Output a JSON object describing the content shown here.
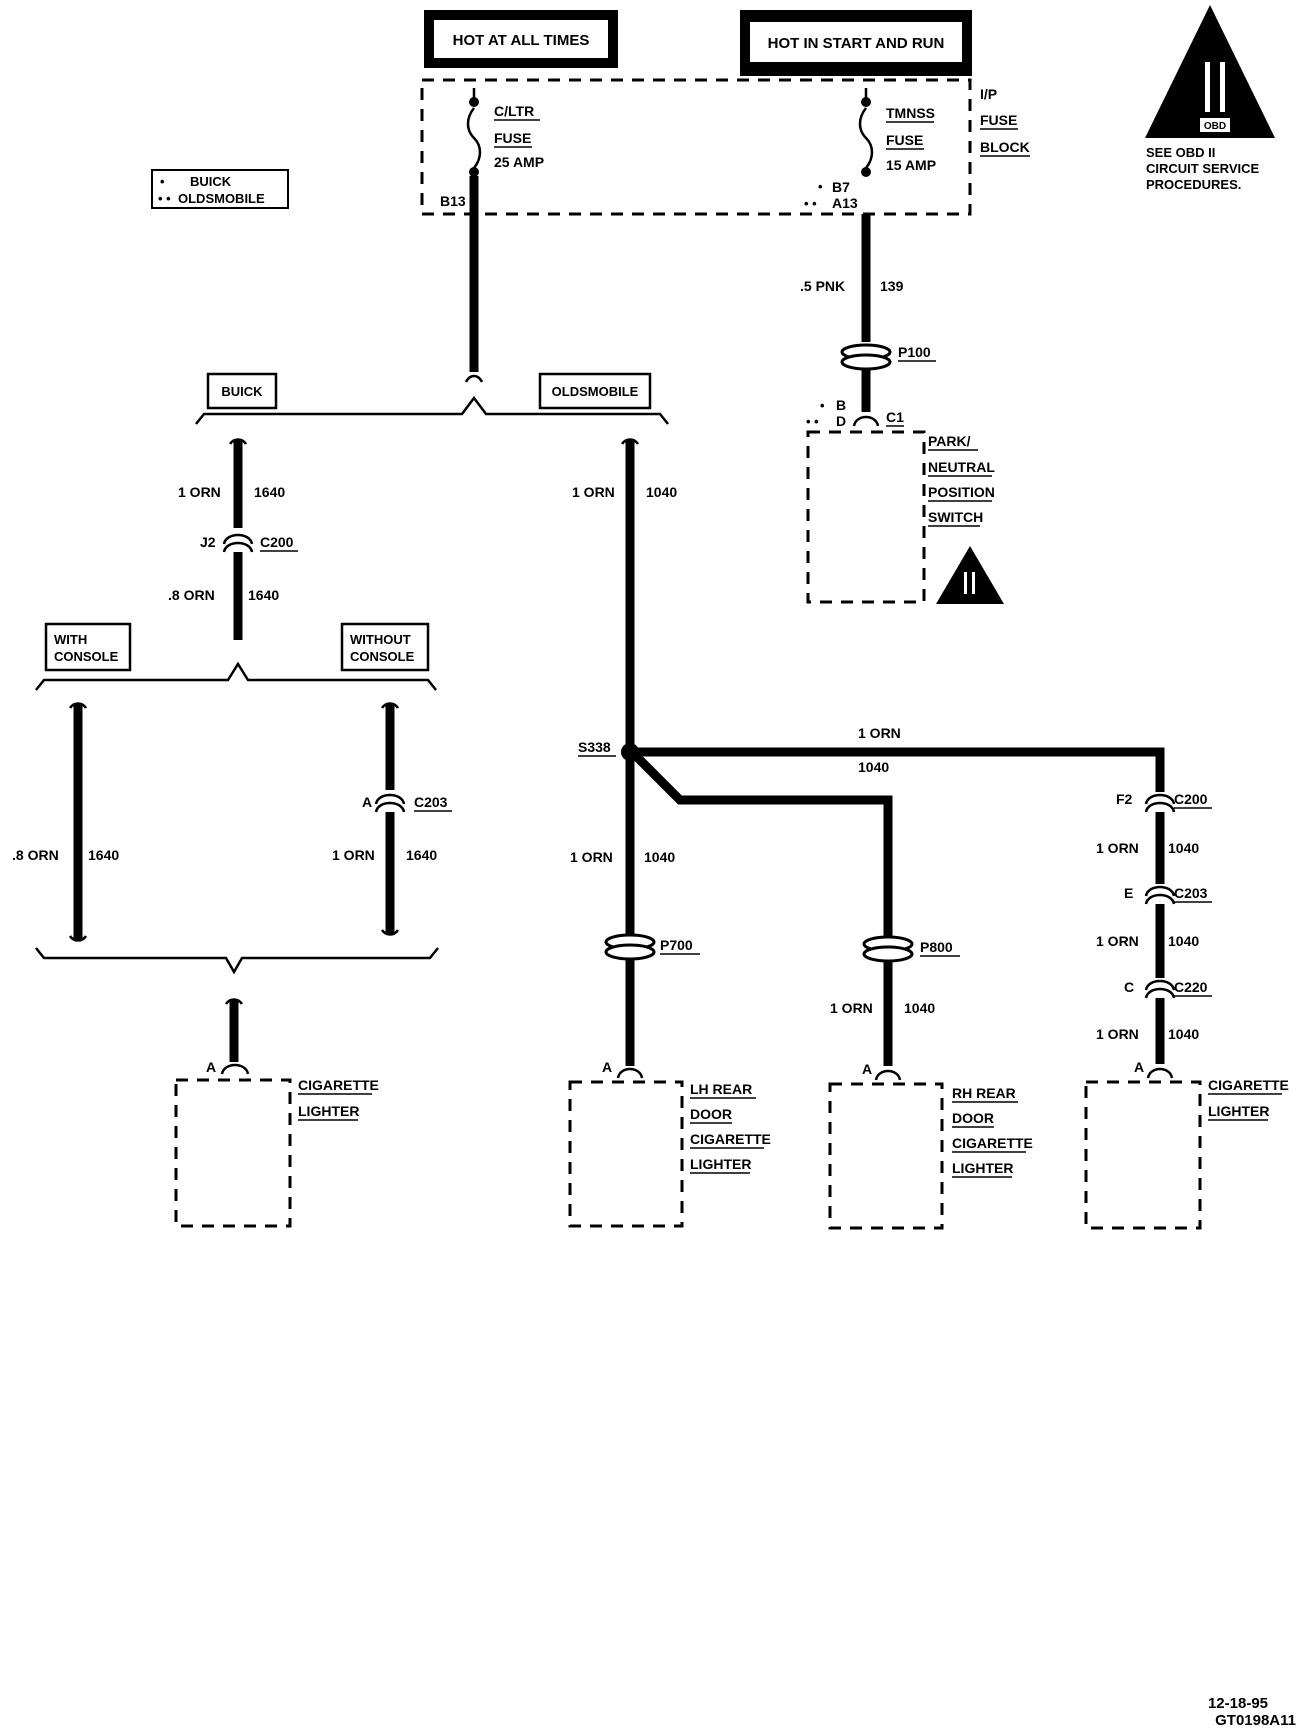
{
  "power": {
    "hot_at_all_times": "HOT AT ALL TIMES",
    "hot_in_start_and_run": "HOT IN START AND RUN"
  },
  "fuse_block": {
    "label": [
      "I/P",
      "FUSE",
      "BLOCK"
    ],
    "fuse1": {
      "name": [
        "C/LTR",
        "FUSE"
      ],
      "rating": "25 AMP",
      "terminal": "B13"
    },
    "fuse2": {
      "name": [
        "TMNSS",
        "FUSE"
      ],
      "rating": "15 AMP",
      "terminal_b": "B7",
      "terminal_o": "A13"
    }
  },
  "legend": {
    "buick": "BUICK",
    "oldsmobile": "OLDSMOBILE",
    "buick_mark": "•",
    "olds_mark": "• •"
  },
  "obd": {
    "numeral": "II",
    "badge": "OBD",
    "note": [
      "SEE OBD II",
      "CIRCUIT SERVICE",
      "PROCEDURES."
    ]
  },
  "wires": {
    "pnk": ".5 PNK",
    "pnk_circuit": "139",
    "orn1": "1 ORN",
    "orn8": ".8 ORN",
    "c1640": "1640",
    "c1040": "1040"
  },
  "connectors": {
    "p100": "P100",
    "c1": "C1",
    "c1_b": "B",
    "c1_d": "D",
    "c200": "C200",
    "j2": "J2",
    "c203": "C203",
    "a": "A",
    "s338": "S338",
    "p700": "P700",
    "p800": "P800",
    "f2": "F2",
    "e": "E",
    "c": "C",
    "c220": "C220"
  },
  "branches": {
    "buick": "BUICK",
    "oldsmobile": "OLDSMOBILE",
    "with_console": [
      "WITH",
      "CONSOLE"
    ],
    "without_console": [
      "WITHOUT",
      "CONSOLE"
    ]
  },
  "components": {
    "pnp_switch": [
      "PARK/",
      "NEUTRAL",
      "POSITION",
      "SWITCH"
    ],
    "cig_lighter": [
      "CIGARETTE",
      "LIGHTER"
    ],
    "lh_rear": [
      "LH REAR",
      "DOOR",
      "CIGARETTE",
      "LIGHTER"
    ],
    "rh_rear": [
      "RH REAR",
      "DOOR",
      "CIGARETTE",
      "LIGHTER"
    ]
  },
  "footer": {
    "date": "12-18-95",
    "code": "GT0198A11"
  }
}
